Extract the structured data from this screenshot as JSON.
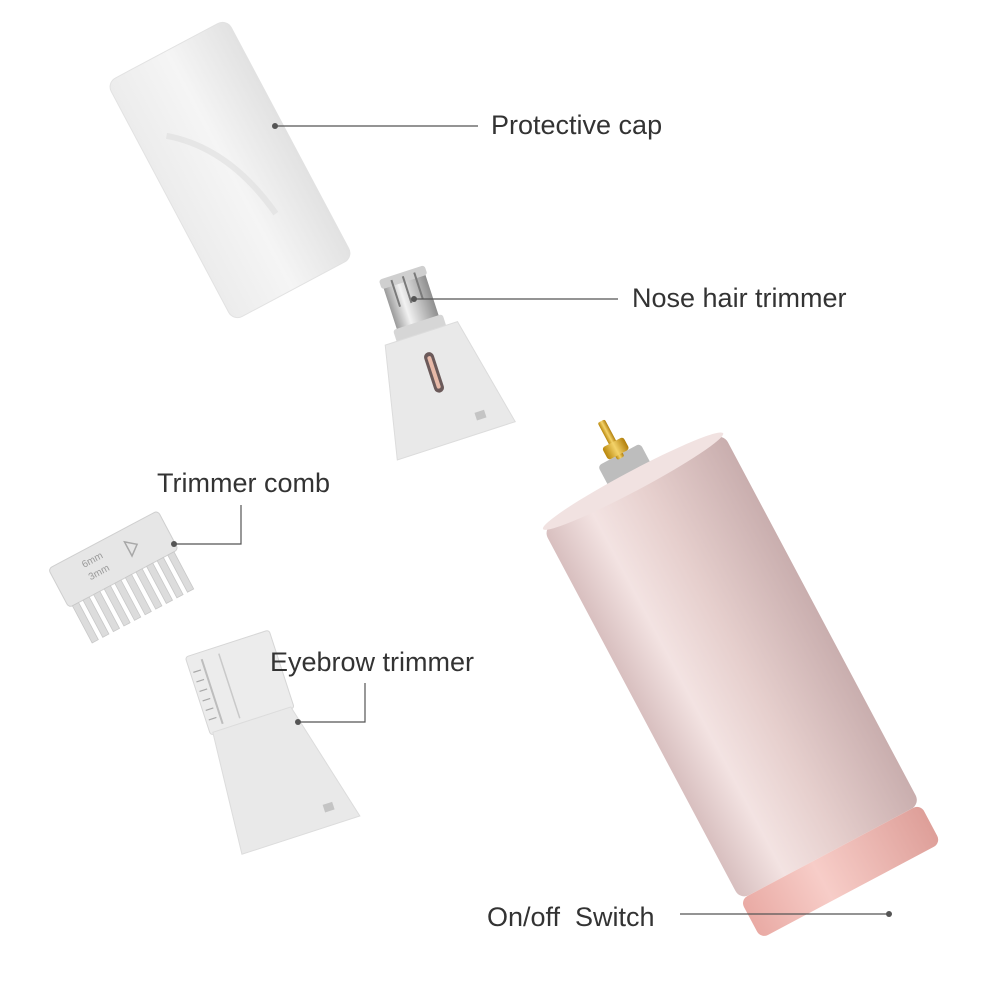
{
  "labels": {
    "protective_cap": "Protective cap",
    "nose_hair_trimmer": "Nose hair trimmer",
    "trimmer_comb": "Trimmer comb",
    "eyebrow_trimmer": "Eyebrow trimmer",
    "on_off_switch": "On/off  Switch"
  },
  "comb_markings": [
    "6mm",
    "3mm"
  ],
  "colors": {
    "body": "#ead3d2",
    "switch_band": "#eeb7b2",
    "attachment": "#e8e8e8",
    "leader_line": "#555555",
    "pin": "#d9a71a"
  }
}
